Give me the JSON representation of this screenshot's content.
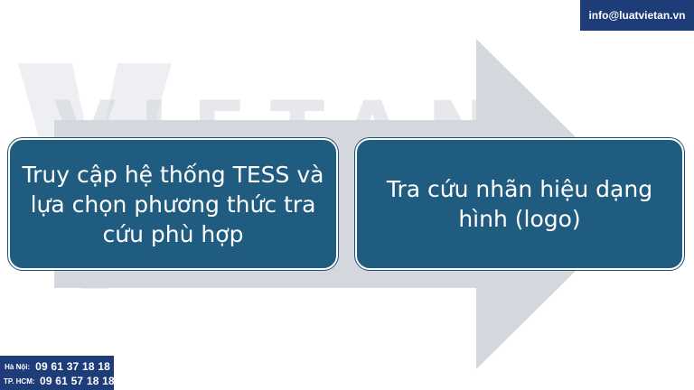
{
  "header": {
    "email": "info@luatvietan.vn"
  },
  "watermark": {
    "text": "VIETAN"
  },
  "diagram": {
    "steps": [
      {
        "text": "Truy cập hệ thống TESS và lựa chọn phương thức tra cứu phù hợp"
      },
      {
        "text": "Tra cứu nhãn hiệu dạng hình (logo)"
      }
    ],
    "colors": {
      "box_fill": "#205c80",
      "arrow": "#d4d8de",
      "brand": "#1d3c78"
    }
  },
  "contacts": [
    {
      "label": "Hà Nội:",
      "phone": "09 61 37 18 18"
    },
    {
      "label": "TP. HCM:",
      "phone": "09 61 57 18 18"
    }
  ]
}
